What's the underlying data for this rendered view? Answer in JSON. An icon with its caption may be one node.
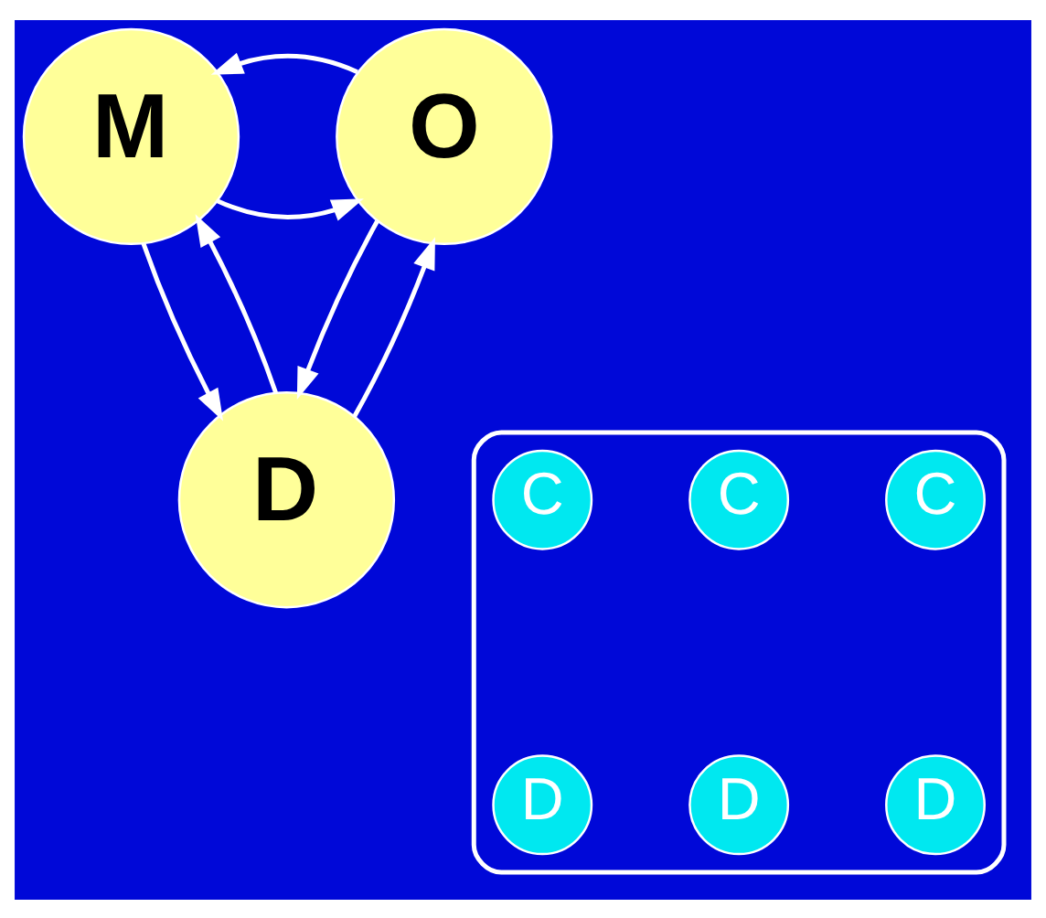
{
  "diagram": {
    "nodes": [
      {
        "text": [
          "M"
        ]
      },
      {
        "text": [
          "O"
        ]
      },
      {
        "text": [
          "D"
        ]
      },
      {
        "text": [],
        "shape": "ellipse"
      },
      {
        "text": [
          "C"
        ],
        "in": 3
      },
      {
        "text": [
          "C"
        ],
        "in": 3
      },
      {
        "text": [
          "C"
        ],
        "in": 3
      },
      {
        "text": [
          "D"
        ],
        "in": 3
      },
      {
        "text": [
          "D"
        ],
        "in": 3
      },
      {
        "text": [
          "D"
        ],
        "in": 3
      }
    ],
    "edges": [
      {
        "from": 0,
        "to": 1,
        "arrow": "to"
      },
      {
        "from": 1,
        "to": 0,
        "arrow": "to"
      },
      {
        "from": 2,
        "to": 0,
        "arrow": "to"
      },
      {
        "from": 0,
        "to": 2,
        "arrow": "to"
      },
      {
        "from": 1,
        "to": 2,
        "arrow": "to"
      },
      {
        "from": 2,
        "to": 1,
        "arrow": "to"
      }
    ]
  }
}
